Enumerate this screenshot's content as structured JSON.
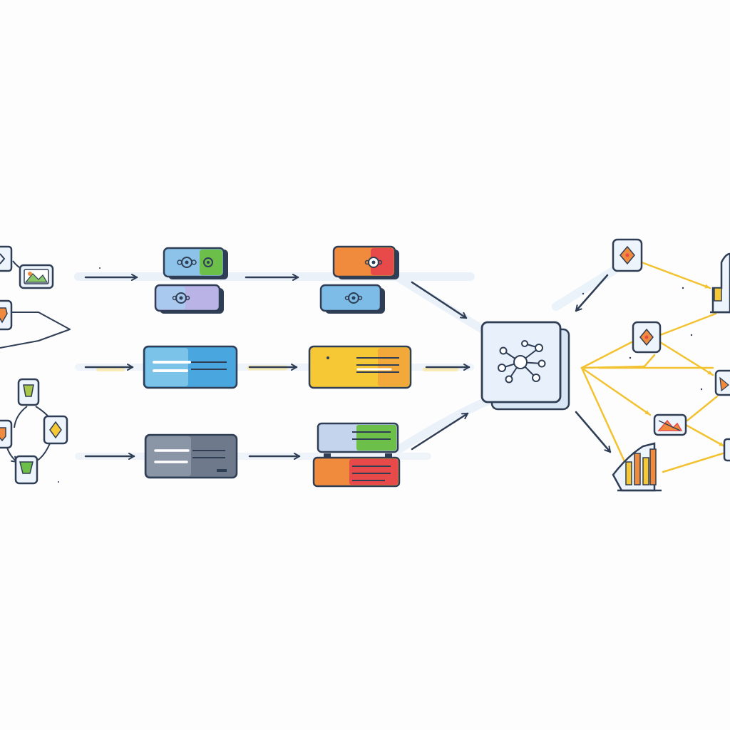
{
  "diagram": {
    "palette": {
      "background": "#fdfdfe",
      "outline": "#2f3e55",
      "arrow": "#2f3e55",
      "glow": "#dbe9f6",
      "yellow_link": "#f2c230",
      "blue": "#4aa6de",
      "green": "#6cc04a",
      "purple": "#9d8fd4",
      "orange": "#f08a3c",
      "red": "#e84a4a",
      "yellow": "#f6c836",
      "gray": "#6e7a8c",
      "light_blue": "#b8d3ee",
      "card_fill": "#e8f1fb"
    },
    "sources": [
      {
        "icon": "diamond-icon",
        "color": "orange"
      },
      {
        "icon": "image-icon",
        "color": "green"
      },
      {
        "icon": "dropper-icon",
        "color": "green"
      },
      {
        "icon": "shield-icon",
        "color": "orange"
      }
    ],
    "stages": [
      {
        "row": "top",
        "column": 1,
        "kind": "stacked-gear-cards",
        "colors": [
          "blue",
          "purple"
        ],
        "accent": "green"
      },
      {
        "row": "top",
        "column": 2,
        "kind": "stacked-gear-cards",
        "colors": [
          "orange",
          "blue"
        ],
        "accent": "red"
      },
      {
        "row": "middle",
        "column": 1,
        "kind": "text-card",
        "colors": [
          "blue"
        ]
      },
      {
        "row": "middle",
        "column": 2,
        "kind": "text-card",
        "colors": [
          "yellow"
        ]
      },
      {
        "row": "bottom",
        "column": 1,
        "kind": "text-card",
        "colors": [
          "gray"
        ]
      },
      {
        "row": "bottom",
        "column": 2,
        "kind": "stacked-text-cards",
        "colors": [
          "light_blue",
          "orange"
        ],
        "accent": "green"
      }
    ],
    "hub": {
      "icon": "network-icon",
      "color": "card_fill"
    },
    "outputs": [
      {
        "icon": "diamond-icon",
        "color": "orange"
      },
      {
        "icon": "diamond-icon",
        "color": "orange"
      },
      {
        "icon": "image-icon",
        "color": "orange"
      },
      {
        "icon": "bar-chart-icon",
        "color": "orange"
      },
      {
        "icon": "building-icon",
        "color": "orange"
      },
      {
        "icon": "device-icon",
        "color": "orange"
      }
    ]
  }
}
